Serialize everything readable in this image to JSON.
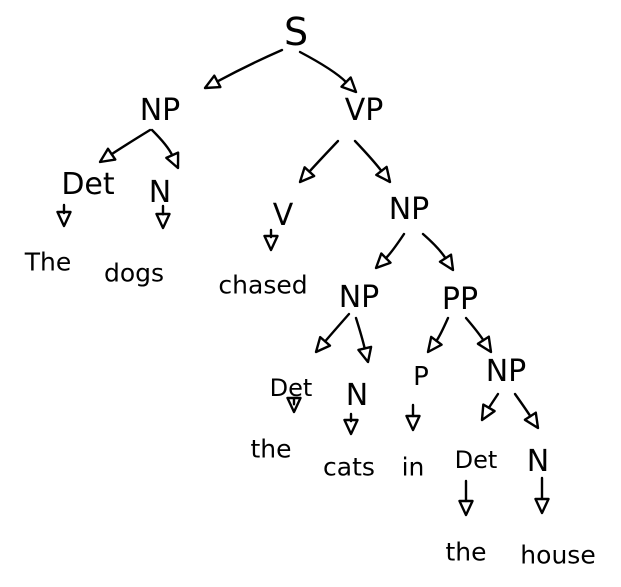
{
  "tree": {
    "nodes": {
      "s": "S",
      "np1": "NP",
      "vp": "VP",
      "det1": "Det",
      "n1": "N",
      "v": "V",
      "np2": "NP",
      "np3": "NP",
      "pp": "PP",
      "det2": "Det",
      "n2": "N",
      "p": "P",
      "np4": "NP",
      "det3": "Det",
      "n3": "N"
    },
    "words": {
      "the1": "The",
      "dogs": "dogs",
      "chased": "chased",
      "the2": "the",
      "cats": "cats",
      "in": "in",
      "the3": "the",
      "house": "house"
    }
  }
}
